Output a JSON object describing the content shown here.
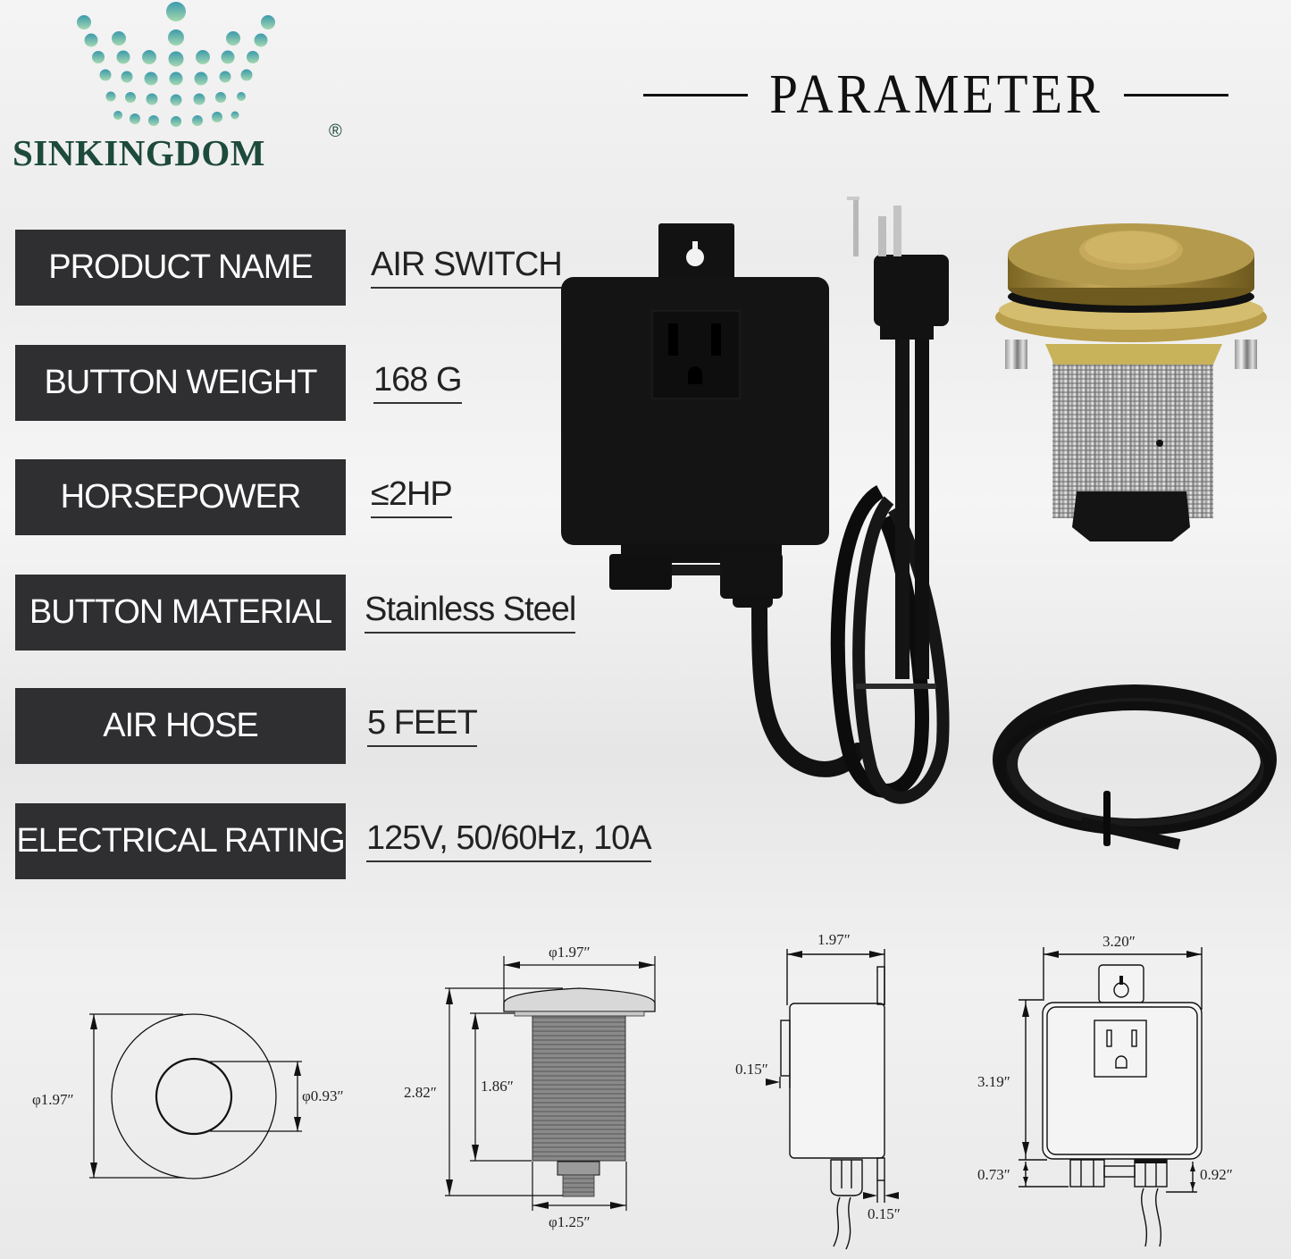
{
  "brand": {
    "name": "SINKINGDOM",
    "registered_mark": "®",
    "colors": {
      "dots_top": "#3b9aab",
      "dots_bottom": "#a6d8b1",
      "text": "#1d4a3c"
    }
  },
  "header": {
    "title": "PARAMETER"
  },
  "specs": [
    {
      "label": "PRODUCT NAME",
      "value": "AIR SWITCH"
    },
    {
      "label": "BUTTON WEIGHT",
      "value": "168 G"
    },
    {
      "label": "HORSEPOWER",
      "value": "≤2HP"
    },
    {
      "label": "BUTTON MATERIAL",
      "value": "Stainless Steel"
    },
    {
      "label": "AIR HOSE",
      "value": "5 FEET"
    },
    {
      "label": "ELECTRICAL RATING",
      "value": "125V, 50/60Hz, 10A"
    }
  ],
  "colors": {
    "label_bg": "#2f2e30",
    "label_text": "#ffffff",
    "value_text": "#222222"
  },
  "dimensions": {
    "button_top": {
      "outer_diameter": "φ1.97″",
      "inner_diameter": "φ0.93″"
    },
    "button_side": {
      "cap_diameter": "φ1.97″",
      "total_height": "2.82″",
      "thread_height": "1.86″",
      "thread_diameter": "φ1.25″"
    },
    "box_side": {
      "depth": "1.97″",
      "outlet_protrusion": "0.15″",
      "bracket_thickness": "0.15″"
    },
    "box_front": {
      "width": "3.20″",
      "height": "3.19″",
      "left_gland": "0.73″",
      "right_gland": "0.92″"
    }
  }
}
